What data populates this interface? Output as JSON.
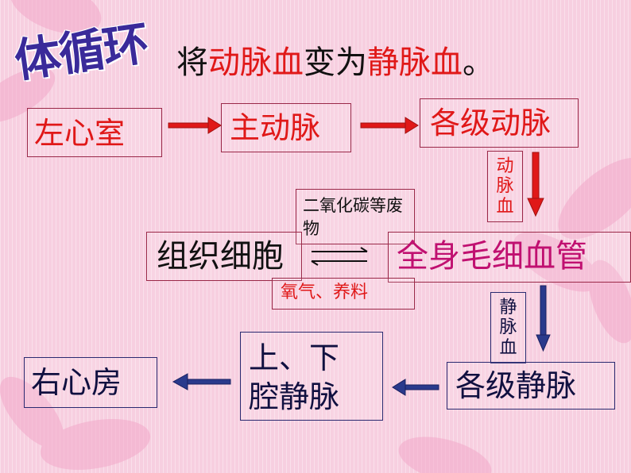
{
  "title": "体循环",
  "subtitle": {
    "p1": "将",
    "p2": "动脉血",
    "p3": "变为",
    "p4": "静脉血",
    "p5": "。"
  },
  "nodes": {
    "left_ventricle": "左心室",
    "aorta": "主动脉",
    "arteries": "各级动脉",
    "arterial_blood": "动脉血",
    "co2_waste": "二氧化碳等废物",
    "tissue_cells": "组织细胞",
    "capillaries": "全身毛细血管",
    "o2_nutrients": "氧气、养料",
    "venous_blood": "静脉血",
    "veins": "各级静脉",
    "vena_cava_line1": "上、下",
    "vena_cava_line2": "腔静脉",
    "right_atrium": "右心房"
  },
  "colors": {
    "red_arrow": "#e01818",
    "blue_arrow": "#2a3a8c",
    "box_border": "#9a2848",
    "title_color": "#3a2a9a"
  }
}
